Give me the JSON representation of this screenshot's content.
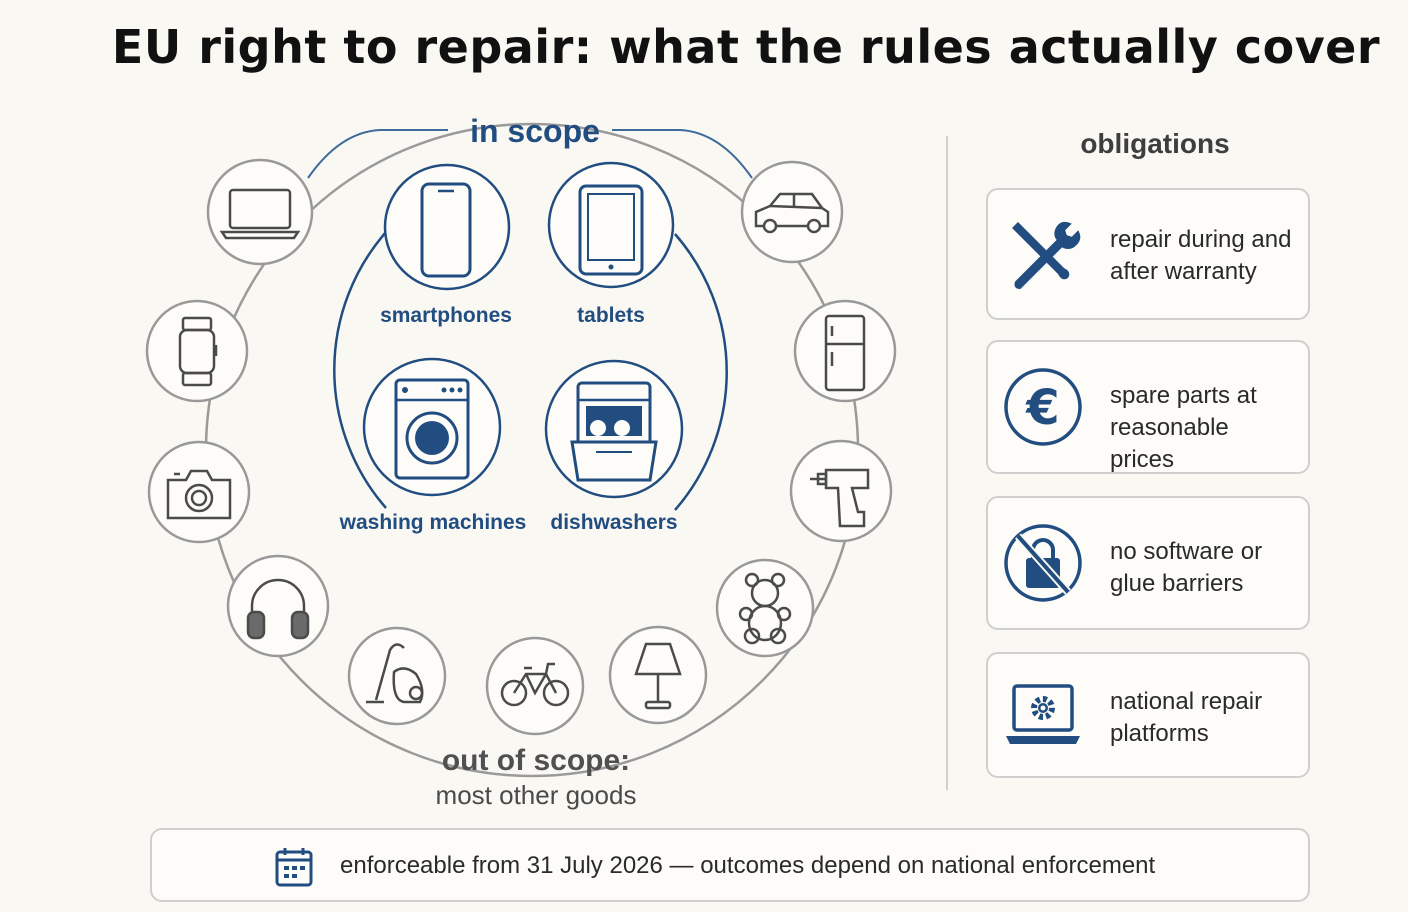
{
  "title": "EU right to repair: what the rules actually cover",
  "in_scope": {
    "label": "in scope",
    "items": [
      {
        "label": "smartphones",
        "icon": "smartphone-icon"
      },
      {
        "label": "tablets",
        "icon": "tablet-icon"
      },
      {
        "label": "washing machines",
        "icon": "washing-machine-icon"
      },
      {
        "label": "dishwashers",
        "icon": "dishwasher-icon"
      }
    ]
  },
  "out_of_scope": {
    "label": "out of scope:",
    "sublabel": "most other goods",
    "items": [
      "laptop-icon",
      "smartwatch-icon",
      "camera-icon",
      "headphones-icon",
      "vacuum-cleaner-icon",
      "bicycle-icon",
      "lamp-icon",
      "teddy-bear-icon",
      "drill-icon",
      "fridge-icon",
      "car-icon"
    ]
  },
  "obligations": {
    "title": "obligations",
    "items": [
      {
        "text": "repair during and after warranty",
        "icon": "wrench-screwdriver-icon"
      },
      {
        "text": "spare parts at reasonable prices",
        "icon": "euro-icon"
      },
      {
        "text": "no software or glue barriers",
        "icon": "no-lock-icon"
      },
      {
        "text": "national repair platforms",
        "icon": "laptop-gear-icon"
      }
    ]
  },
  "footer": {
    "text": "enforceable from 31 July 2026 — outcomes depend on national enforcement",
    "icon": "calendar-icon"
  },
  "colors": {
    "accent": "#214d80",
    "neutral": "#8e8e8e",
    "background": "#faf8f3"
  }
}
